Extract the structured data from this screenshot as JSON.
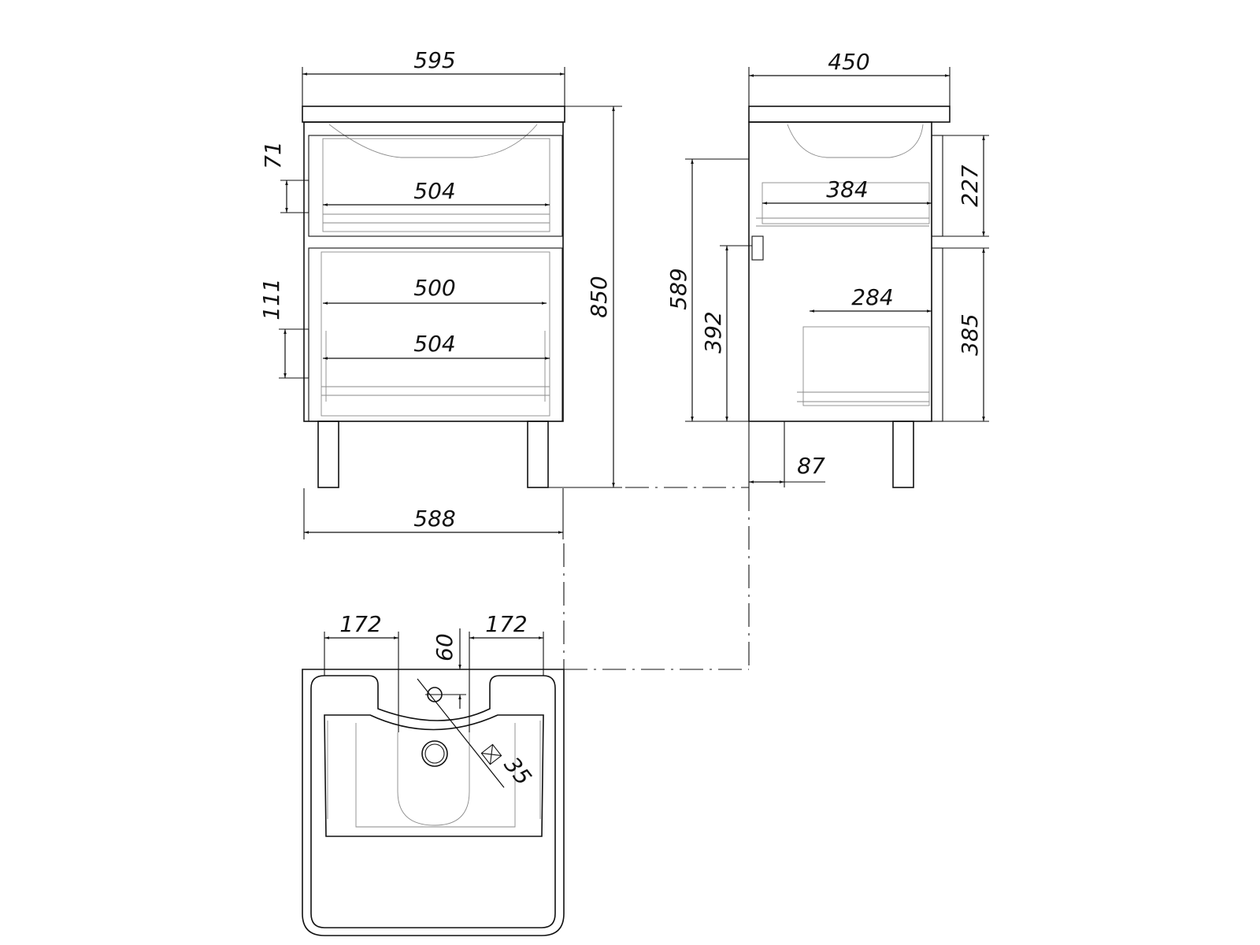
{
  "front_view": {
    "overall_top_width": "595",
    "body_width": "588",
    "total_height": "850",
    "upper_drawer_inner_width": "504",
    "lower_drawer_upper_width": "500",
    "lower_drawer_lower_width": "504",
    "upper_handle_height": "71",
    "lower_handle_height": "111"
  },
  "side_view": {
    "depth": "450",
    "upper_drawer_depth": "384",
    "lower_drawer_depth": "284",
    "body_height": "589",
    "lower_drawer_height": "392",
    "upper_front_height": "227",
    "lower_front_height": "385",
    "leg_offset": "87"
  },
  "top_view": {
    "left_offset": "172",
    "right_offset": "172",
    "tap_hole_offset": "60",
    "tap_hole_diameter": "35"
  }
}
